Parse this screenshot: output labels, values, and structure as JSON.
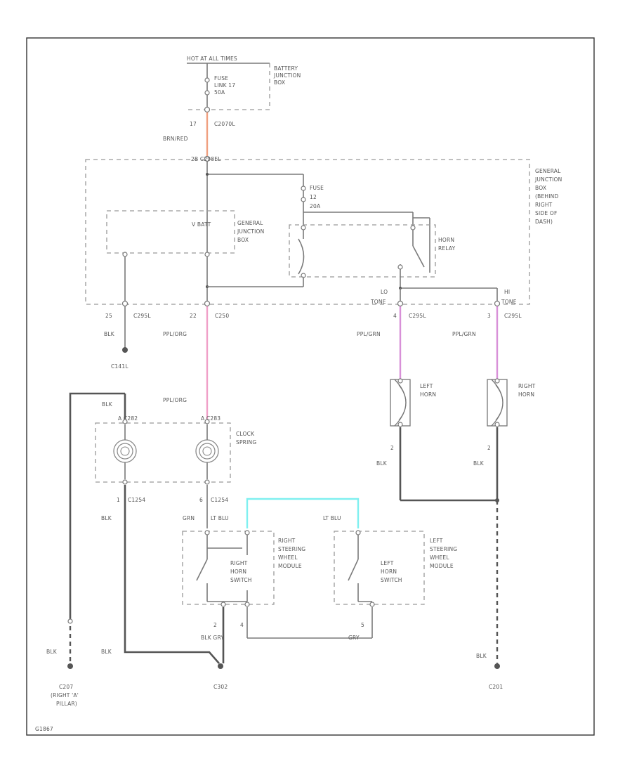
{
  "colors": {
    "red_wire": "#f0a080",
    "pink_wire": "#f0a0c8",
    "violet_wire": "#d890d8",
    "cyan_wire": "#7ff0f0",
    "ground_wire": "#555555"
  },
  "labels": {
    "hot_at_all_times": "HOT AT ALL TIMES",
    "fuse_1": "FUSE",
    "fuse_1_id": "LINK 17",
    "fuse_1_amp": "50A",
    "battery_jb_1": "BATTERY",
    "battery_jb_2": "JUNCTION",
    "battery_jb_3": "BOX",
    "c17_pin": "17",
    "c17_conn": "C2070L",
    "wire_brn_red": "BRN/RED",
    "c2_conn": "2B  C298EL",
    "gjb_1": "GENERAL",
    "gjb_2": "JUNCTION",
    "gjb_3": "BOX",
    "gjb_4": "(BEHIND",
    "gjb_5": "RIGHT",
    "gjb_6": "SIDE OF",
    "gjb_7": "DASH)",
    "fuse_2": "FUSE",
    "fuse_2_id": "12",
    "fuse_2_amp": "20A",
    "vbatt": "V BATT",
    "gjb_inner_1": "GENERAL",
    "gjb_inner_2": "JUNCTION",
    "gjb_inner_3": "BOX",
    "horn_relay_1": "HORN",
    "horn_relay_2": "RELAY",
    "pin_25": "25",
    "conn_c295l_a": "C295L",
    "pin_22": "22",
    "conn_c260": "C250",
    "lo_tone": "LO",
    "tone_lo": "TONE",
    "hi_tone": "HI",
    "tone_hi": "TONE",
    "pin_4": "4",
    "conn_c295l_b": "C295L",
    "pin_3": "3",
    "conn_c295l_c": "C295L",
    "blk_1": "BLK",
    "ppl_org_1": "PPL/ORG",
    "ppl_grn_1": "PPL/GRN",
    "ppl_grn_2": "PPL/GRN",
    "ground_c141l": "C141L",
    "left_horn_1": "LEFT",
    "left_horn_2": "HORN",
    "right_horn_1": "RIGHT",
    "right_horn_2": "HORN",
    "blk_2": "BLK",
    "ppl_org_2": "PPL/ORG",
    "clock_conn_1": "A  C282",
    "clock_conn_2": "A  C283",
    "clock_1": "CLOCK",
    "clock_2": "SPRING",
    "pin_lh_2": "2",
    "pin_rh_2": "2",
    "blk_3": "BLK",
    "blk_4": "BLK",
    "pin_c1_1": "1",
    "conn_c1254_a": "C1254",
    "pin_c1_6": "6",
    "conn_c1254_b": "C1254",
    "blk_5": "BLK",
    "grn": "GRN",
    "lt_blu_1": "LT BLU",
    "lt_blu_2": "LT BLU",
    "rsw_1": "RIGHT",
    "rsw_2": "STEERING",
    "rsw_3": "WHEEL",
    "rsw_4": "MODULE",
    "rhs_1": "RIGHT",
    "rhs_2": "HORN",
    "rhs_3": "SWITCH",
    "lsw_1": "LEFT",
    "lsw_2": "STEERING",
    "lsw_3": "WHEEL",
    "lsw_4": "MODULE",
    "lhs_1": "LEFT",
    "lhs_2": "HORN",
    "lhs_3": "SWITCH",
    "pin_b2": "2",
    "pin_b4": "4",
    "pin_b5": "5",
    "blk_gry": "BLK   GRY",
    "gry": "GRY",
    "blk_6": "BLK",
    "blk_7": "BLK",
    "blk_8": "BLK",
    "g1_1": "C207",
    "g1_2": "(RIGHT 'A'",
    "g1_3": "PILLAR)",
    "g2": "C302",
    "g3": "C201",
    "footer": "G1867"
  }
}
